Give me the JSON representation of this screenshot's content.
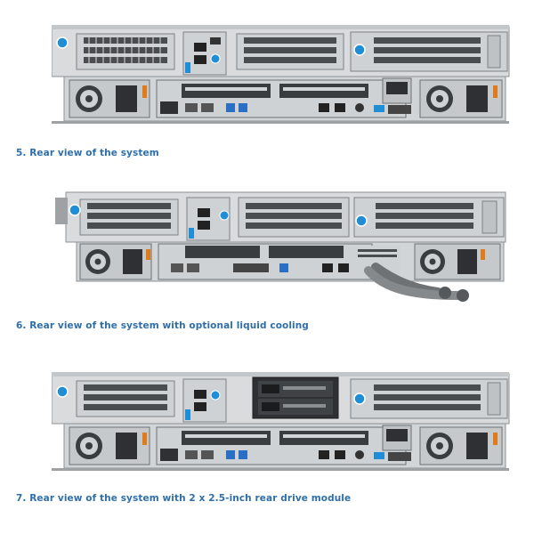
{
  "figures": [
    {
      "caption": "5. Rear view of the system",
      "variant": "standard"
    },
    {
      "caption": "6. Rear view of the system with optional liquid cooling",
      "variant": "liquid-cooling"
    },
    {
      "caption": "7. Rear view of the system with 2 x 2.5-inch rear drive module",
      "variant": "rear-drive-module"
    }
  ],
  "colors": {
    "caption": "#2f6fa8",
    "chassis": "#d9dbdd",
    "chassis_dark": "#3a3d40",
    "accent_blue": "#1f8ed6",
    "port_blue": "#2b6fc4",
    "power_orange": "#e07b18",
    "tube": "#6e7275"
  }
}
